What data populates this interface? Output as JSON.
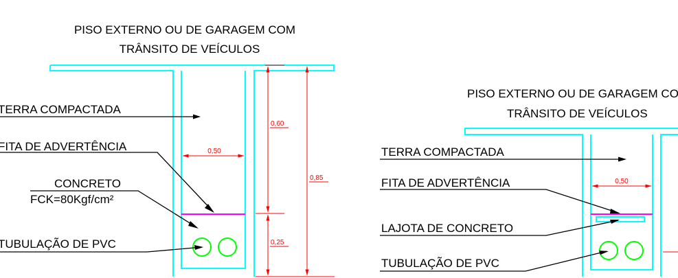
{
  "left_detail": {
    "title_line1": "PISO EXTERNO OU DE GARAGEM COM",
    "title_line2": "TRÂNSITO DE VEÍCULOS",
    "label_terra": "TERRA COMPACTADA",
    "label_fita": "FITA DE ADVERTÊNCIA",
    "label_concreto": "CONCRETO",
    "label_fck": "FCK=80Kgf/cm²",
    "label_tubulacao": "TUBULAÇÃO DE PVC",
    "dim_width": "0,50",
    "dim_top": "0,60",
    "dim_bottom": "0,25",
    "dim_total": "0,85"
  },
  "right_detail": {
    "title_line1": "PISO EXTERNO OU DE GARAGEM COM",
    "title_line2": "TRÂNSITO DE VEÍCULOS",
    "label_terra": "TERRA COMPACTADA",
    "label_fita": "FITA DE ADVERTÊNCIA",
    "label_lajota": "LAJOTA DE CONCRETO",
    "label_tubulacao": "TUBULAÇÃO DE PVC",
    "dim_width": "0,50"
  },
  "colors": {
    "outline": "#00ffff",
    "dimension": "#ff0000",
    "warning_tape": "#ff00ff",
    "pipe": "#00ff00",
    "leader": "#000000"
  }
}
